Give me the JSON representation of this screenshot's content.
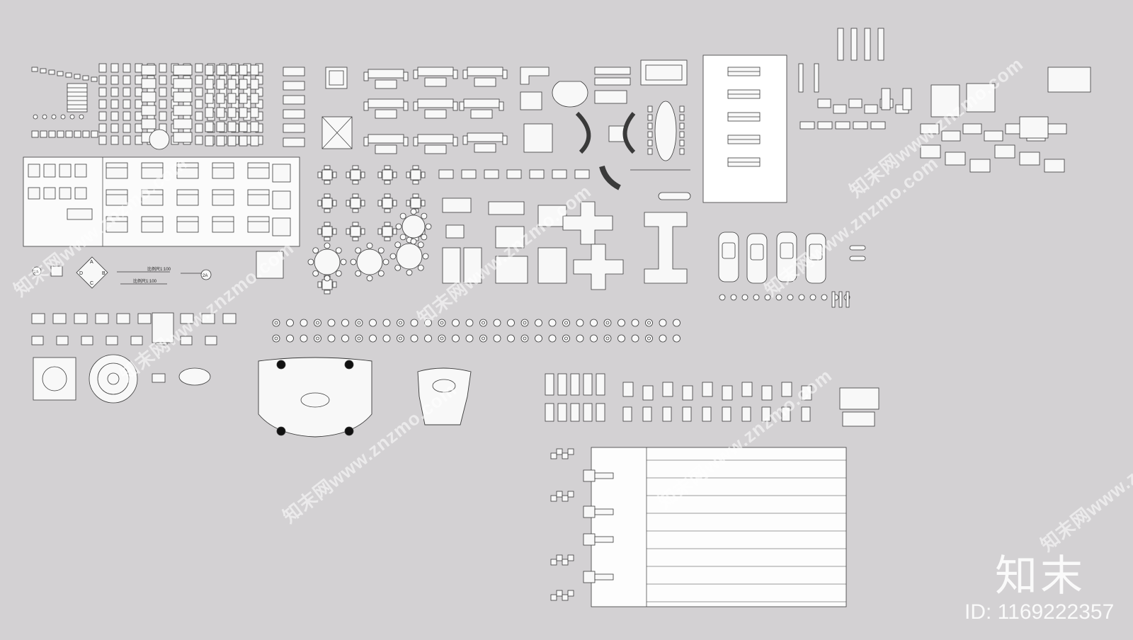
{
  "canvas": {
    "background": "#d3d1d3",
    "stroke": "#3a3a3a",
    "fill": "#f8f8f8"
  },
  "watermark": {
    "text": "知末网www.znzmo.com",
    "logo": "知末",
    "id_label": "ID: 1169222357"
  },
  "drawing": {
    "type": "CAD furniture plan-view block library",
    "sections": [
      "bathroom-fixtures",
      "sofas",
      "dining-sets",
      "beds",
      "tables-and-chairs",
      "workstations",
      "cars",
      "people",
      "plants",
      "elevations",
      "wardrobe-elevations",
      "stage-and-carpet",
      "appliances",
      "long-table"
    ]
  },
  "labels": {
    "axis_a": "2A",
    "axis_b": "2A",
    "compass_a": "A",
    "compass_b": "B",
    "compass_c": "C",
    "compass_d": "D",
    "scale_text_1": "比例尺1:100",
    "scale_text_2": "比例尺1:100"
  }
}
